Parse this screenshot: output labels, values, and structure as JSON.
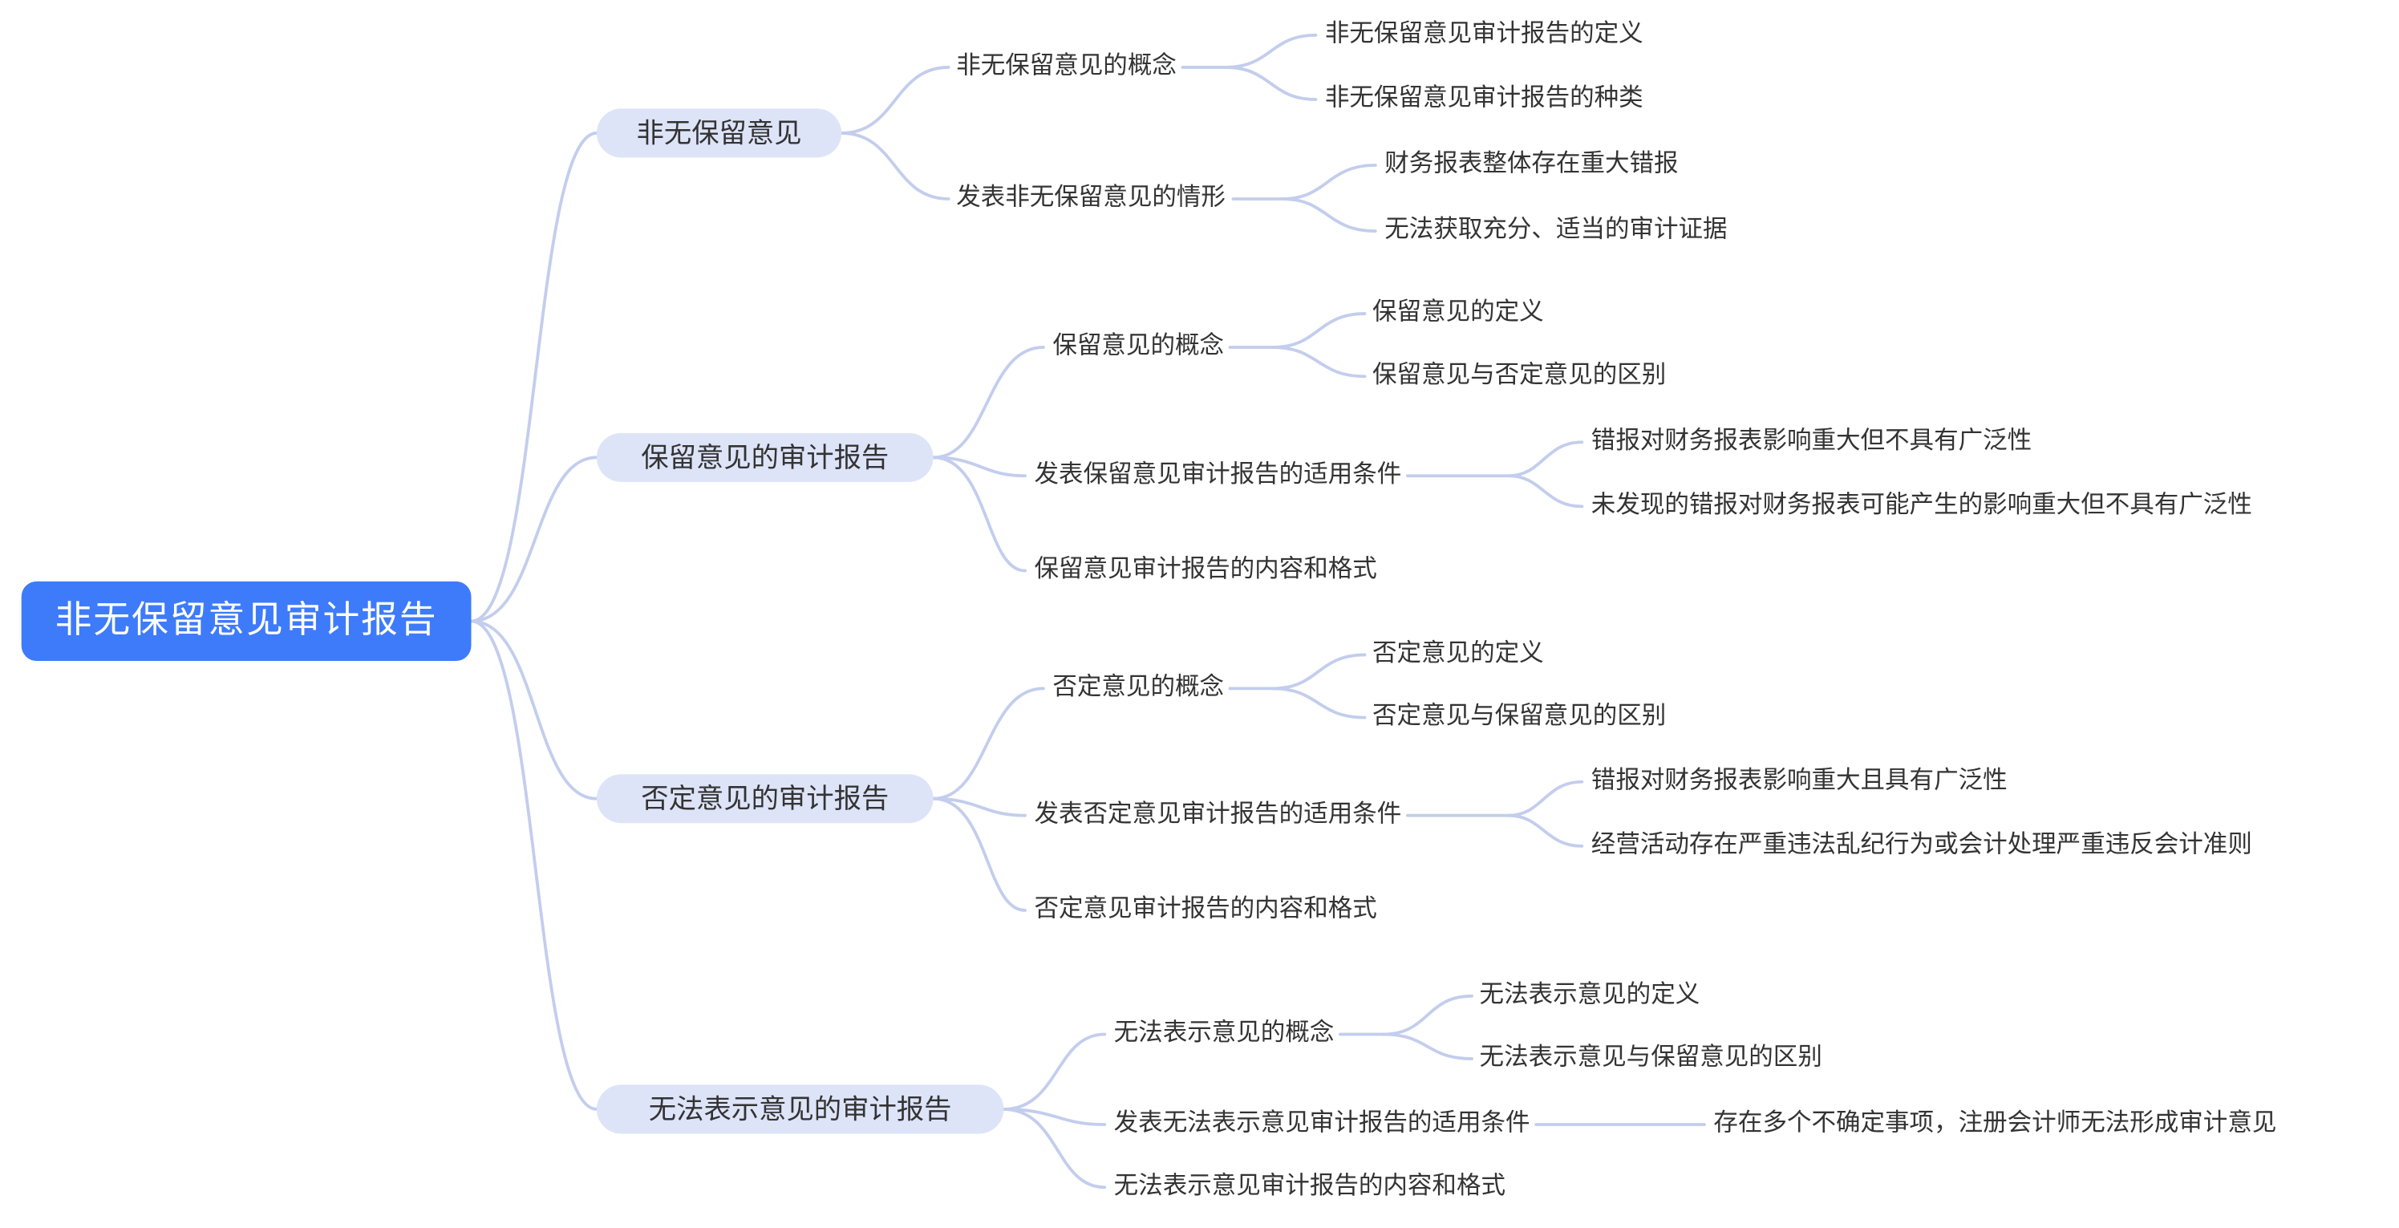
{
  "mindmap": {
    "root": {
      "label": "非无保留意见审计报告"
    },
    "branches": [
      {
        "label": "非无保留意见",
        "children": [
          {
            "label": "非无保留意见的概念",
            "children": [
              {
                "label": "非无保留意见审计报告的定义"
              },
              {
                "label": "非无保留意见审计报告的种类"
              }
            ]
          },
          {
            "label": "发表非无保留意见的情形",
            "children": [
              {
                "label": "财务报表整体存在重大错报"
              },
              {
                "label": "无法获取充分、适当的审计证据"
              }
            ]
          }
        ]
      },
      {
        "label": "保留意见的审计报告",
        "children": [
          {
            "label": "保留意见的概念",
            "children": [
              {
                "label": "保留意见的定义"
              },
              {
                "label": "保留意见与否定意见的区别"
              }
            ]
          },
          {
            "label": "发表保留意见审计报告的适用条件",
            "children": [
              {
                "label": "错报对财务报表影响重大但不具有广泛性"
              },
              {
                "label": "未发现的错报对财务报表可能产生的影响重大但不具有广泛性"
              }
            ]
          },
          {
            "label": "保留意见审计报告的内容和格式"
          }
        ]
      },
      {
        "label": "否定意见的审计报告",
        "children": [
          {
            "label": "否定意见的概念",
            "children": [
              {
                "label": "否定意见的定义"
              },
              {
                "label": "否定意见与保留意见的区别"
              }
            ]
          },
          {
            "label": "发表否定意见审计报告的适用条件",
            "children": [
              {
                "label": "错报对财务报表影响重大且具有广泛性"
              },
              {
                "label": "经营活动存在严重违法乱纪行为或会计处理严重违反会计准则"
              }
            ]
          },
          {
            "label": "否定意见审计报告的内容和格式"
          }
        ]
      },
      {
        "label": "无法表示意见的审计报告",
        "children": [
          {
            "label": "无法表示意见的概念",
            "children": [
              {
                "label": "无法表示意见的定义"
              },
              {
                "label": "无法表示意见与保留意见的区别"
              }
            ]
          },
          {
            "label": "发表无法表示意见审计报告的适用条件",
            "children": [
              {
                "label": "存在多个不确定事项，注册会计师无法形成审计意见"
              }
            ]
          },
          {
            "label": "无法表示意见审计报告的内容和格式"
          }
        ]
      }
    ],
    "colors": {
      "root_bg": "#3E7BFA",
      "root_text": "#FFFFFF",
      "branch_bg": "#DEE4F8",
      "node_text": "#333333",
      "line": "#C3CDED",
      "canvas_bg": "#FFFFFF"
    }
  }
}
